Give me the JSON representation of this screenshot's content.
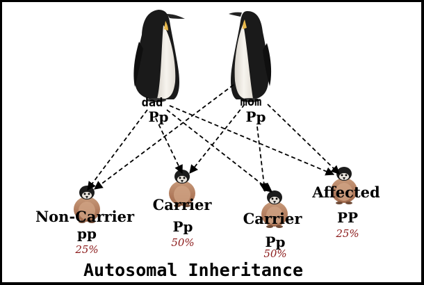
{
  "title": "Autosomal Inheritance",
  "colors": {
    "arrow": "#000000",
    "percent": "#8b1a1a",
    "frame": "#000000"
  },
  "parents": [
    {
      "id": "dad",
      "name": "dad",
      "genotype": "Pp"
    },
    {
      "id": "mom",
      "name": "mom",
      "genotype": "Pp"
    }
  ],
  "offspring": [
    {
      "id": "noncarrier",
      "phenotype": "Non-Carrier",
      "genotype": "pp",
      "percent": "25%"
    },
    {
      "id": "carrier1",
      "phenotype": "Carrier",
      "genotype": "Pp",
      "percent": "50%"
    },
    {
      "id": "carrier2",
      "phenotype": "Carrier",
      "genotype": "Pp",
      "percent": "50%"
    },
    {
      "id": "affected",
      "phenotype": "Affected",
      "genotype": "PP",
      "percent": "25%"
    }
  ],
  "icons": [
    "adult-penguin-icon",
    "chick-icon",
    "dashed-arrow"
  ]
}
